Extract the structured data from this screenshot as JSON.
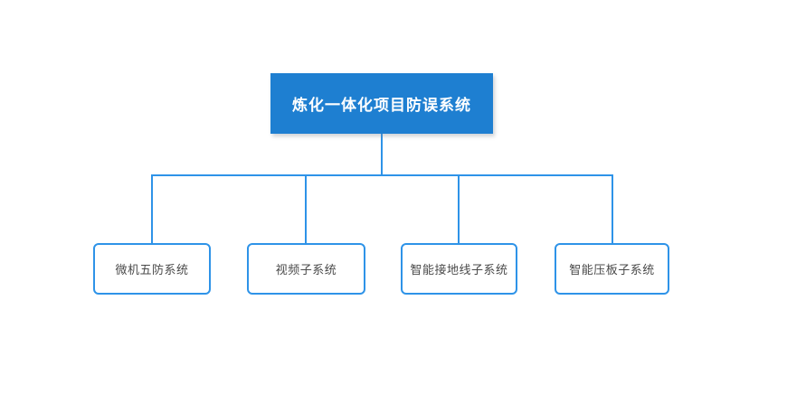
{
  "diagram": {
    "root": {
      "label": "炼化一体化项目防误系统"
    },
    "children": [
      {
        "label": "微机五防系统"
      },
      {
        "label": "视频子系统"
      },
      {
        "label": "智能接地线子系统"
      },
      {
        "label": "智能压板子系统"
      }
    ],
    "colors": {
      "root_fill": "#1e7fd1",
      "root_text": "#ffffff",
      "line": "#2e93e8",
      "child_border": "#2e93e8",
      "child_text": "#4a4a4a",
      "background": "#ffffff"
    }
  }
}
